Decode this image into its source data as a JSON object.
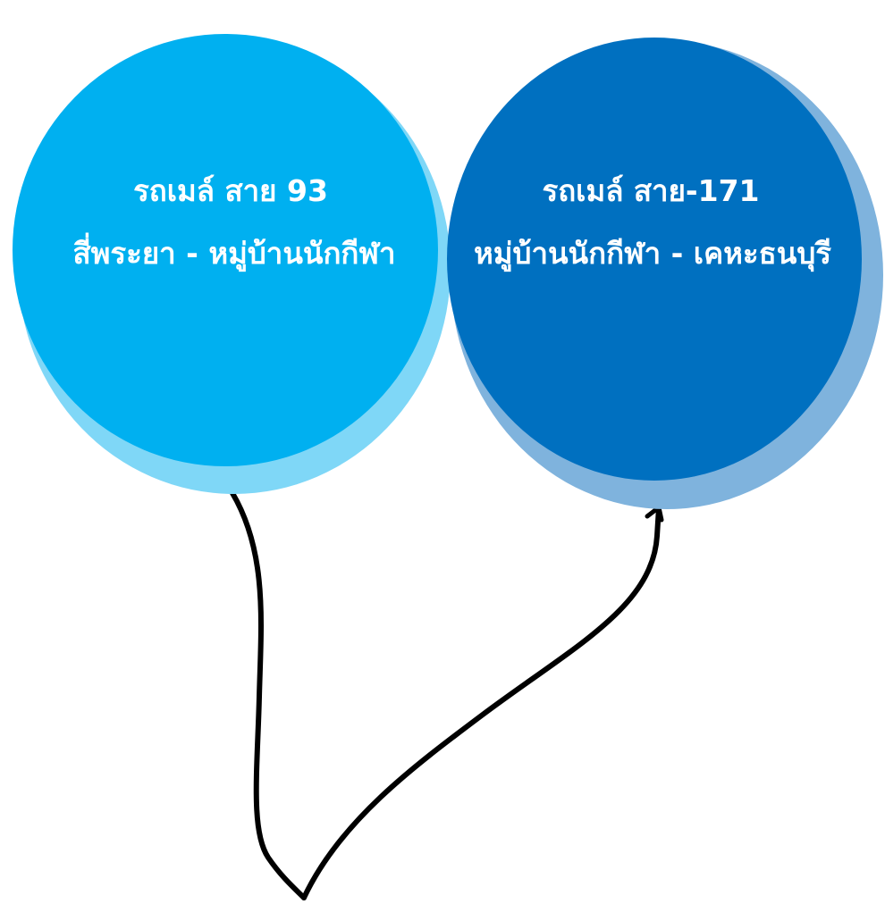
{
  "balloons": [
    {
      "line1": "รถเมล์ สาย 93",
      "line2": "สี่พระยา - หมู่บ้านนักกีฬา",
      "color": "#00B0F0",
      "shade_color": "#7FD7F7"
    },
    {
      "line1": "รถเมล์ สาย-171",
      "line2": "หมู่บ้านนักกีฬา - เคหะธนบุรี",
      "color": "#0070C0",
      "shade_color": "#7FB3DD"
    }
  ],
  "string_color": "#000000"
}
